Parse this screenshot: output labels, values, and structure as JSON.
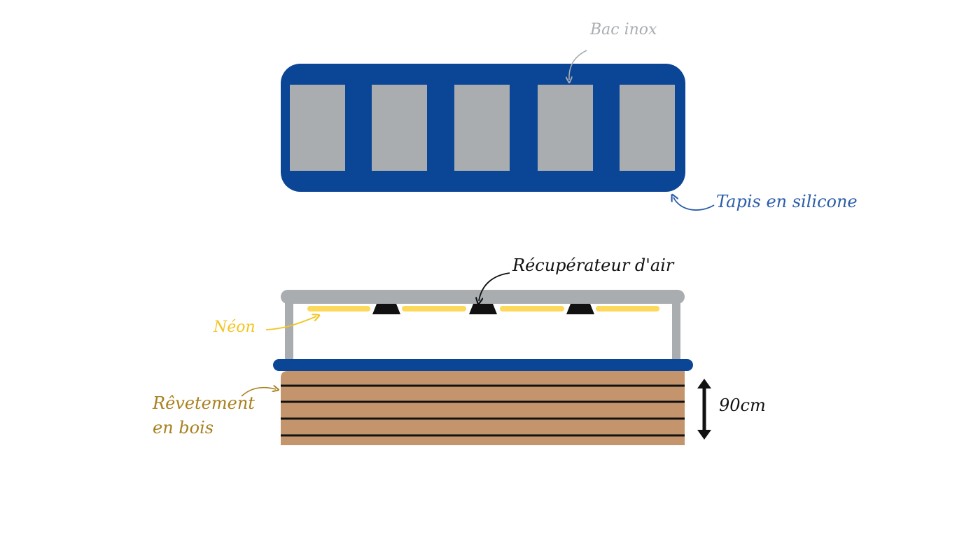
{
  "labels": {
    "stainless_tray": "Bac inox",
    "silicone_mat": "Tapis en silicone",
    "air_recuperator": "Récupérateur d'air",
    "neon": "Néon",
    "wood_cladding_line1": "Rêvetement",
    "wood_cladding_line2": "en bois",
    "height": "90cm"
  },
  "colors": {
    "silicone_blue": "#0b4596",
    "stainless_gray": "#a9adb0",
    "neon_yellow": "#fcd95a",
    "wood_brown": "#c4956d",
    "plank_line": "#111111",
    "frame_gray": "#a9adb0",
    "recuperator_black": "#111111",
    "label_tray_gray": "#a9adb0",
    "label_mat_blue": "#2b5ea8",
    "label_neon_yellow": "#f2c521",
    "label_wood_gold": "#a8801e",
    "label_black": "#111111"
  },
  "top_view": {
    "tray_count": 5
  },
  "side_view": {
    "neon_count": 4,
    "recuperator_count": 3,
    "plank_line_count": 4
  }
}
